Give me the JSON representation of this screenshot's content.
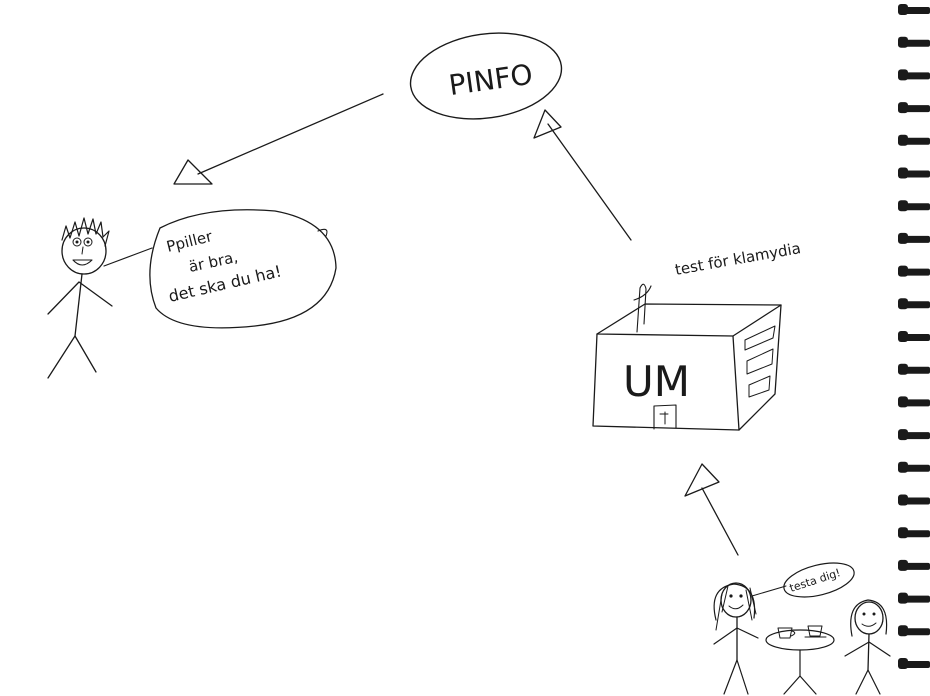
{
  "nodes": {
    "pinfo": {
      "label": "PINFO"
    },
    "speech_pill": {
      "lines": [
        "Ppiller",
        "är bra,",
        "det ska du ha!"
      ]
    },
    "um_building": {
      "label": "UM"
    },
    "test_label": {
      "text": "test för klamydia"
    },
    "speech_test": {
      "text": "testa dig!"
    }
  },
  "ink_color": "#1a1a1a",
  "paper_color": "#ffffff"
}
